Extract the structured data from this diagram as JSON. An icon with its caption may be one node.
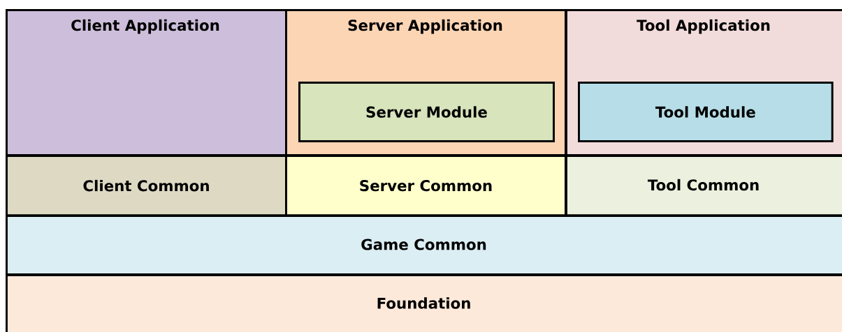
{
  "diagram": {
    "nodes": [
      {
        "text": [
          "Client Application"
        ]
      },
      {
        "text": [
          "Server Application"
        ]
      },
      {
        "text": [
          "Server Module"
        ],
        "in": 1
      },
      {
        "text": [
          "Tool Application"
        ]
      },
      {
        "text": [
          "Tool Module"
        ],
        "in": 3
      },
      {
        "text": [
          "Client Common"
        ]
      },
      {
        "text": [
          "Server Common"
        ]
      },
      {
        "text": [
          "Tool Common"
        ]
      },
      {
        "text": [
          "Game Common"
        ]
      },
      {
        "text": [
          "Foundation"
        ]
      }
    ]
  }
}
